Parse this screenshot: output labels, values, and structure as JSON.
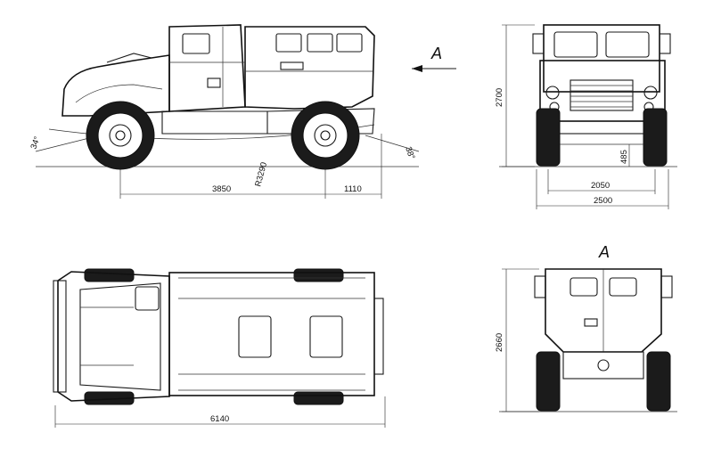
{
  "drawing": {
    "view_arrow_label": "A",
    "front_view_label": "A",
    "side_view": {
      "wheelbase": "3850",
      "rear_overhang": "1110",
      "ramp_radius": "R3290",
      "approach_angle": "34°",
      "departure_angle": "38°"
    },
    "front_view": {
      "height": "2700",
      "track": "2050",
      "width": "2500",
      "ground_clearance": "485"
    },
    "top_view": {
      "length": "6140"
    },
    "rear_view": {
      "height": "2660"
    }
  }
}
